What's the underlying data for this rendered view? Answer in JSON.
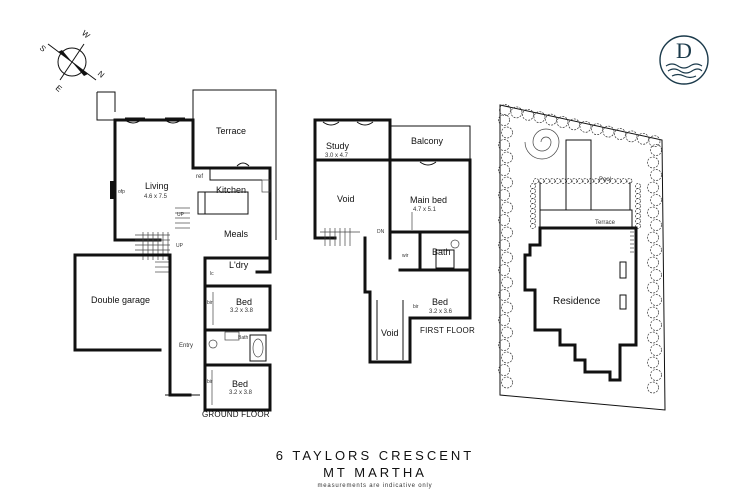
{
  "brand": {
    "letter": "D",
    "color": "#1b3a4b"
  },
  "compass": {
    "w": "W",
    "n": "N",
    "s": "S",
    "e": "E"
  },
  "title": {
    "line1": "6 TAYLORS CRESCENT",
    "line2": "MT MARTHA",
    "note": "measurements are indicative only"
  },
  "ground_floor": {
    "label": "GROUND FLOOR",
    "rooms": {
      "terrace": "Terrace",
      "living": "Living",
      "living_size": "4.6 x 7.5",
      "kitchen": "Kitchen",
      "ref": "ref",
      "meals": "Meals",
      "laundry": "L'dry",
      "double_garage": "Double garage",
      "bed1": "Bed",
      "bed1_size": "3.2 x 3.8",
      "bed2": "Bed",
      "bed2_size": "3.2 x 3.8",
      "entry": "Entry",
      "bath": "Bath",
      "up1": "UP",
      "up2": "UP",
      "ofp": "ofp",
      "bir1": "bir",
      "bir2": "bir",
      "lc": "lc"
    }
  },
  "first_floor": {
    "label": "FIRST FLOOR",
    "rooms": {
      "study": "Study",
      "study_size": "3.0 x 4.7",
      "balcony": "Balcony",
      "void1": "Void",
      "void2": "Void",
      "main_bed": "Main bed",
      "main_bed_size": "4.7 x 5.1",
      "bath": "Bath",
      "wir": "wir",
      "bed": "Bed",
      "bed_size": "3.2 x 3.6",
      "dn": "DN",
      "bir": "bir"
    }
  },
  "site_plan": {
    "pool": "Pool",
    "terrace": "Terrace",
    "residence": "Residence"
  }
}
